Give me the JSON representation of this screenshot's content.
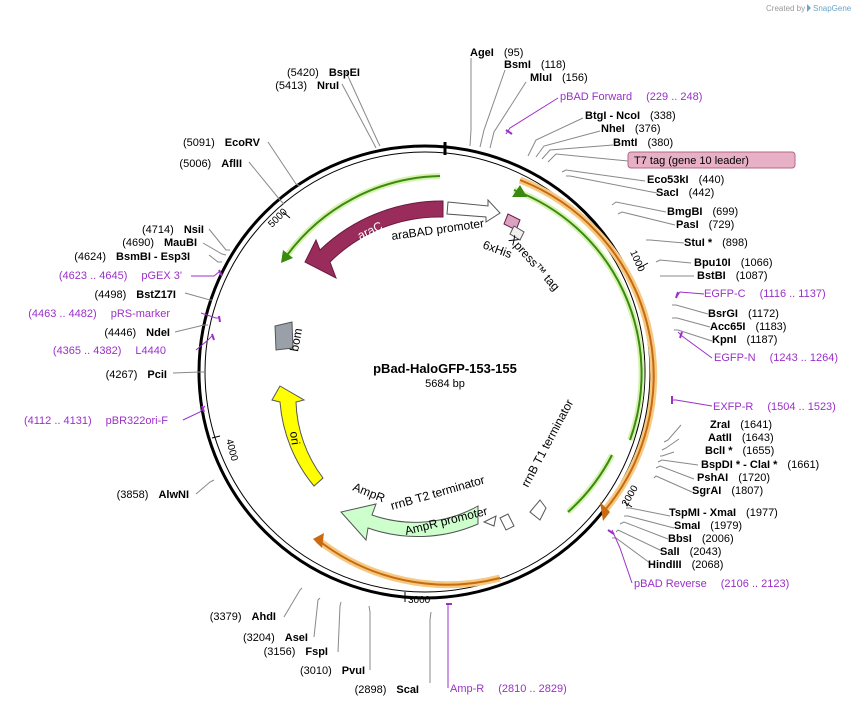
{
  "credit": {
    "created_by": "Created by",
    "brand": "SnapGene"
  },
  "plasmid": {
    "name": "pBad-HaloGFP-153-155",
    "size": "5684 bp",
    "length_bp": 5684
  },
  "ticks": [
    "1000",
    "2000",
    "3000",
    "4000",
    "5000"
  ],
  "features": {
    "araC": "araC",
    "arabad_promoter": "araBAD promoter",
    "his6": "6xHis",
    "xpress": "Xpress™ tag",
    "bom": "bom",
    "ori": "ori",
    "ampr": "AmpR",
    "ampr_promoter": "AmpR promoter",
    "rrnb_t2": "rrnB T2 terminator",
    "rrnb_t1": "rrnB T1 terminator",
    "t7_tag": "T7 tag (gene 10 leader)"
  },
  "sites": [
    {
      "name": "AgeI",
      "pos": "(95)"
    },
    {
      "name": "BsmI",
      "pos": "(118)"
    },
    {
      "name": "MluI",
      "pos": "(156)"
    },
    {
      "name": "pBAD Forward",
      "pos": "(229 .. 248)",
      "primer": true
    },
    {
      "name": "BtgI",
      "extra": " - NcoI",
      "pos": "(338)"
    },
    {
      "name": "NheI",
      "pos": "(376)"
    },
    {
      "name": "BmtI",
      "pos": "(380)"
    },
    {
      "name": "Eco53kI",
      "pos": "(440)"
    },
    {
      "name": "SacI",
      "pos": "(442)"
    },
    {
      "name": "BmgBI",
      "pos": "(699)"
    },
    {
      "name": "PasI",
      "pos": "(729)"
    },
    {
      "name": "StuI *",
      "pos": "(898)"
    },
    {
      "name": "Bpu10I",
      "pos": "(1066)"
    },
    {
      "name": "BstBI",
      "pos": "(1087)"
    },
    {
      "name": "EGFP-C",
      "pos": "(1116 .. 1137)",
      "primer": true
    },
    {
      "name": "BsrGI",
      "pos": "(1172)"
    },
    {
      "name": "Acc65I",
      "pos": "(1183)"
    },
    {
      "name": "KpnI",
      "pos": "(1187)"
    },
    {
      "name": "EGFP-N",
      "pos": "(1243 .. 1264)",
      "primer": true
    },
    {
      "name": "EXFP-R",
      "pos": "(1504 .. 1523)",
      "primer": true
    },
    {
      "name": "ZraI",
      "pos": "(1641)"
    },
    {
      "name": "AatII",
      "pos": "(1643)"
    },
    {
      "name": "BclI *",
      "pos": "(1655)"
    },
    {
      "name": "BspDI *",
      "extra": " - ClaI *",
      "pos": "(1661)"
    },
    {
      "name": "PshAI",
      "pos": "(1720)"
    },
    {
      "name": "SgrAI",
      "pos": "(1807)"
    },
    {
      "name": "TspMI",
      "extra": " - XmaI",
      "pos": "(1977)"
    },
    {
      "name": "SmaI",
      "pos": "(1979)"
    },
    {
      "name": "BbsI",
      "pos": "(2006)"
    },
    {
      "name": "SalI",
      "pos": "(2043)"
    },
    {
      "name": "HindIII",
      "pos": "(2068)"
    },
    {
      "name": "pBAD Reverse",
      "pos": "(2106 .. 2123)",
      "primer": true
    },
    {
      "name": "Amp-R",
      "pos": "(2810 .. 2829)",
      "primer": true
    },
    {
      "name": "ScaI",
      "pos": "(2898)"
    },
    {
      "name": "PvuI",
      "pos": "(3010)"
    },
    {
      "name": "FspI",
      "pos": "(3156)"
    },
    {
      "name": "AseI",
      "pos": "(3204)"
    },
    {
      "name": "AhdI",
      "pos": "(3379)"
    },
    {
      "name": "AlwNI",
      "pos": "(3858)"
    },
    {
      "name": "pBR322ori-F",
      "pos": "(4112 .. 4131)",
      "primer": true
    },
    {
      "name": "PciI",
      "pos": "(4267)"
    },
    {
      "name": "L4440",
      "pos": "(4365 .. 4382)",
      "primer": true
    },
    {
      "name": "NdeI",
      "pos": "(4446)"
    },
    {
      "name": "pRS-marker",
      "pos": "(4463 .. 4482)",
      "primer": true
    },
    {
      "name": "BstZ17I",
      "pos": "(4498)"
    },
    {
      "name": "pGEX 3'",
      "pos": "(4623 .. 4645)",
      "primer": true
    },
    {
      "name": "BsmBI",
      "extra": " - Esp3I",
      "pos": "(4624)"
    },
    {
      "name": "MauBI",
      "pos": "(4690)"
    },
    {
      "name": "NsiI",
      "pos": "(4714)"
    },
    {
      "name": "AflII",
      "pos": "(5006)"
    },
    {
      "name": "EcoRV",
      "pos": "(5091)"
    },
    {
      "name": "NruI",
      "pos": "(5413)"
    },
    {
      "name": "BspEI",
      "pos": "(5420)"
    }
  ]
}
